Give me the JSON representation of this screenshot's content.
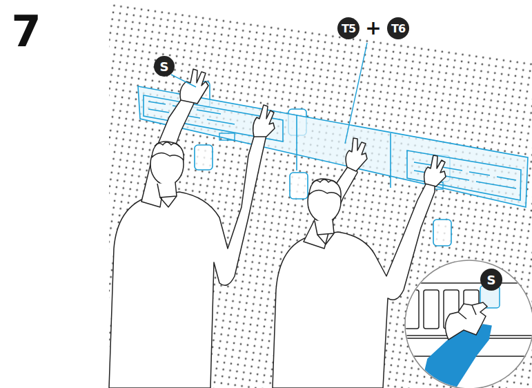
{
  "diagram": {
    "labels": [
      "7",
      "S",
      "T5",
      "+",
      "T6",
      "S"
    ]
  }
}
